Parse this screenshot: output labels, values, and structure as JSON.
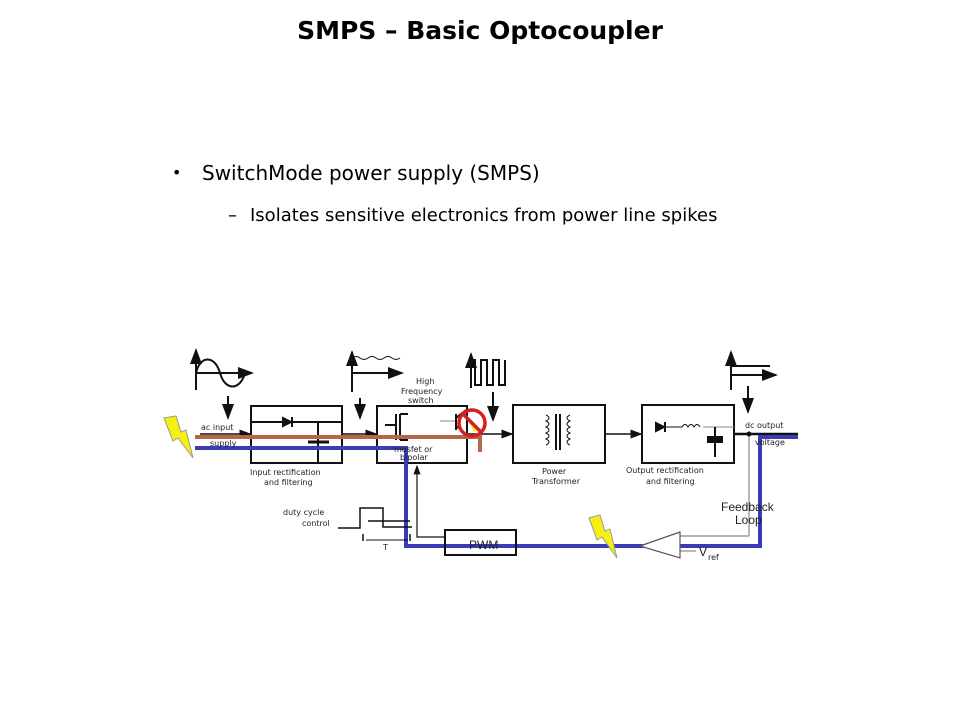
{
  "title": "SMPS – Basic Optocoupler",
  "bullets": [
    {
      "marker": "•",
      "text": "SwitchMode power supply (SMPS)"
    },
    {
      "marker": "–",
      "text": "Isolates sensitive electronics from power line spikes"
    }
  ],
  "diagram": {
    "labels": {
      "ac_input": "ac input",
      "supply": "supply",
      "input_block_1": "Input rectification",
      "input_block_2": "and filtering",
      "hf_1": "High",
      "hf_2": "Frequency",
      "hf_3": "switch",
      "mosfet_1": "mosfet or",
      "mosfet_2": "bipolar",
      "transformer_1": "Power",
      "transformer_2": "Transformer",
      "output_block_1": "Output rectification",
      "output_block_2": "and filtering",
      "dc_output_1": "dc output",
      "dc_output_2": "voltage",
      "duty_1": "duty cycle",
      "duty_2": "control",
      "period": "T",
      "pwm": "PWM",
      "feedback_1": "Feedback",
      "feedback_2": "Loop",
      "vref": "V",
      "vref_sub": "ref"
    },
    "colors": {
      "brown_path": "#b5674a",
      "blue_path": "#3b3bb5",
      "lightning": "#f5f010",
      "no_symbol": "#d42020"
    }
  }
}
